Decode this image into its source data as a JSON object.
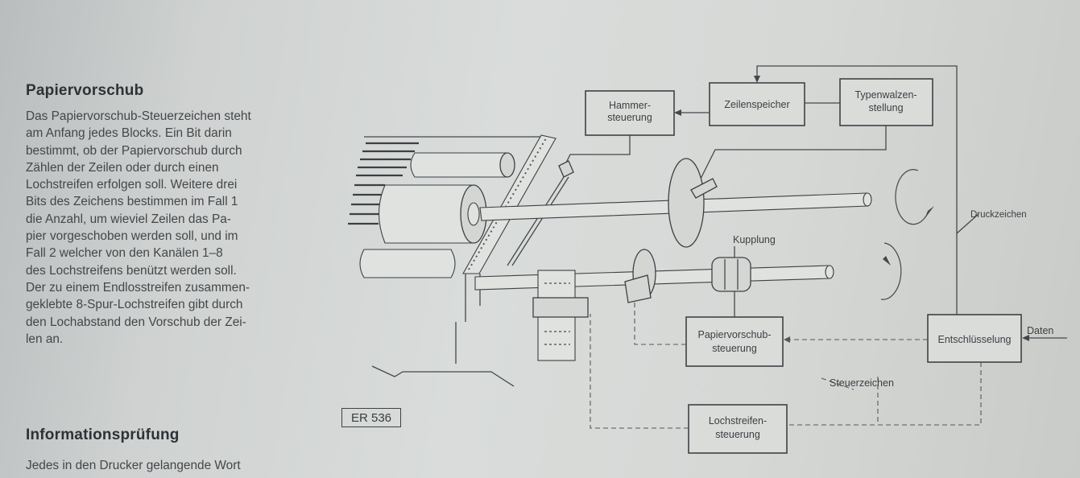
{
  "section1": {
    "heading": "Papiervorschub",
    "lines": [
      "Das Papiervorschub-Steuerzeichen steht",
      "am Anfang jedes Blocks. Ein Bit darin",
      "bestimmt, ob der Papiervorschub durch",
      "Zählen der Zeilen oder durch einen",
      "Lochstreifen erfolgen soll. Weitere drei",
      "Bits des Zeichens bestimmen im Fall 1",
      "die Anzahl, um wieviel Zeilen das Pa-",
      "pier vorgeschoben werden soll, und im",
      "Fall 2 welcher von den Kanälen 1–8",
      "des Lochstreifens benützt werden soll.",
      "Der zu einem Endlosstreifen zusammen-",
      "geklebte 8-Spur-Lochstreifen gibt durch",
      "den Lochabstand den Vorschub der Zei-",
      "len an."
    ]
  },
  "section2": {
    "heading": "Informationsprüfung",
    "text": "Jedes in den Drucker gelangende Wort"
  },
  "diagram": {
    "figure_id": "ER 536",
    "boxes": {
      "hammer_l1": "Hammer-",
      "hammer_l2": "steuerung",
      "zeilenspeicher": "Zeilenspeicher",
      "typen_l1": "Typenwalzen-",
      "typen_l2": "stellung",
      "papier_l1": "Papiervorschub-",
      "papier_l2": "steuerung",
      "entschluesselung": "Entschlüsselung",
      "loch_l1": "Lochstreifen-",
      "loch_l2": "steuerung"
    },
    "labels": {
      "kupplung": "Kupplung",
      "druckzeichen": "Druckzeichen",
      "daten": "Daten",
      "steuerzeichen": "Steuerzeichen"
    }
  }
}
